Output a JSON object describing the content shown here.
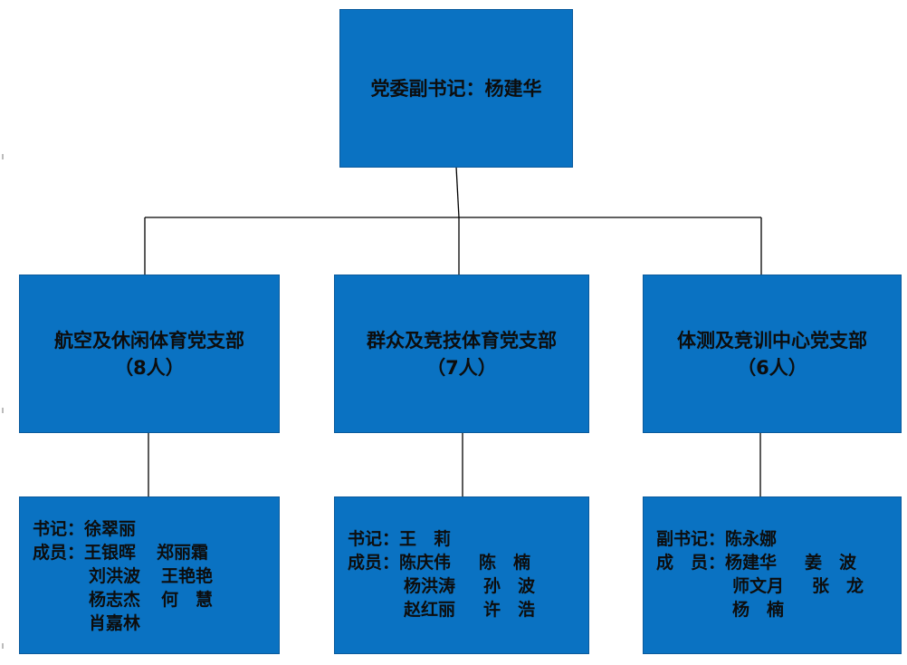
{
  "root": {
    "text": "党委副书记：杨建华"
  },
  "branches": [
    {
      "name": "航空及休闲体育党支部",
      "count": "（8人）",
      "members": {
        "secretary_label": "书记：",
        "secretary": "徐翠丽",
        "members_label": "成员：",
        "rows": [
          [
            "王银晖",
            "郑丽霜"
          ],
          [
            "刘洪波",
            "王艳艳"
          ],
          [
            "杨志杰",
            "何　慧"
          ],
          [
            "肖嘉林",
            ""
          ]
        ]
      }
    },
    {
      "name": "群众及竞技体育党支部",
      "count": "（7人）",
      "members": {
        "secretary_label": "书记：",
        "secretary": "王　莉",
        "members_label": "成员：",
        "rows": [
          [
            "陈庆伟",
            "陈　楠"
          ],
          [
            "杨洪涛",
            "孙　波"
          ],
          [
            "赵红丽",
            "许　浩"
          ]
        ]
      }
    },
    {
      "name": "体测及竞训中心党支部",
      "count": "（6人）",
      "members": {
        "secretary_label": "副书记：",
        "secretary": "陈永娜",
        "members_label": "成　员：",
        "rows": [
          [
            "杨建华",
            "姜　波"
          ],
          [
            "师文月",
            "张　龙"
          ],
          [
            "杨　楠",
            ""
          ]
        ]
      }
    }
  ],
  "colors": {
    "box_fill": "#0a72c2",
    "line": "#000000",
    "text": "#0d0d0d"
  }
}
